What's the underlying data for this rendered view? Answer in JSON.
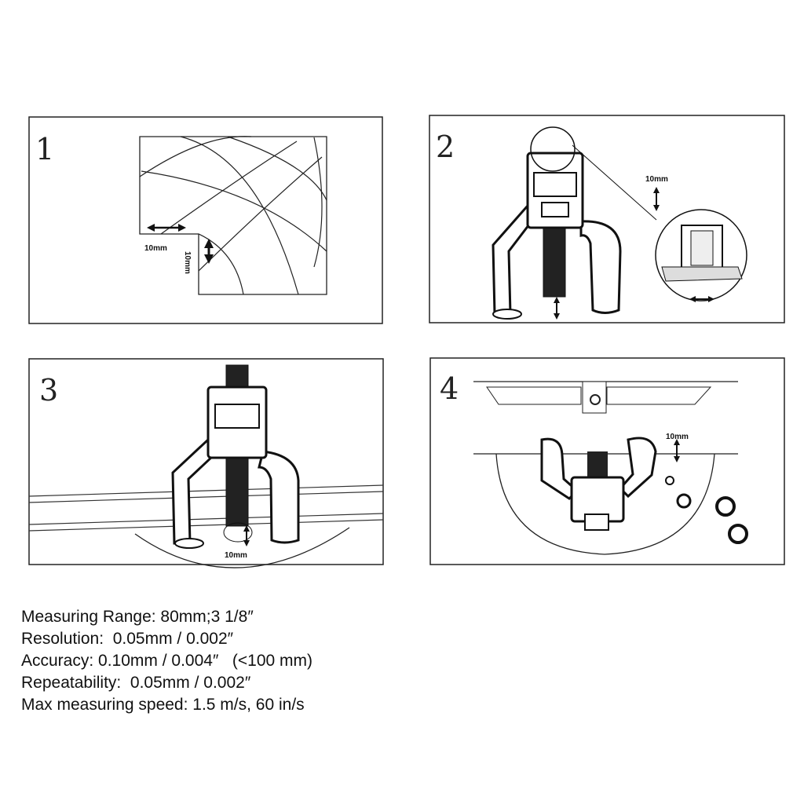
{
  "panels": [
    {
      "number": "1",
      "labels": [
        "10mm",
        "10mm"
      ]
    },
    {
      "number": "2",
      "labels": [
        "10mm"
      ]
    },
    {
      "number": "3",
      "labels": [
        "10mm"
      ]
    },
    {
      "number": "4",
      "labels": [
        "10mm"
      ]
    }
  ],
  "specs": [
    "Measuring Range: 80mm;3 1/8″",
    "Resolution:  0.05mm / 0.002″",
    "Accuracy: 0.10mm / 0.004″   (<100 mm)",
    "Repeatability:  0.05mm / 0.002″",
    "Max measuring speed: 1.5 m/s, 60 in/s"
  ]
}
